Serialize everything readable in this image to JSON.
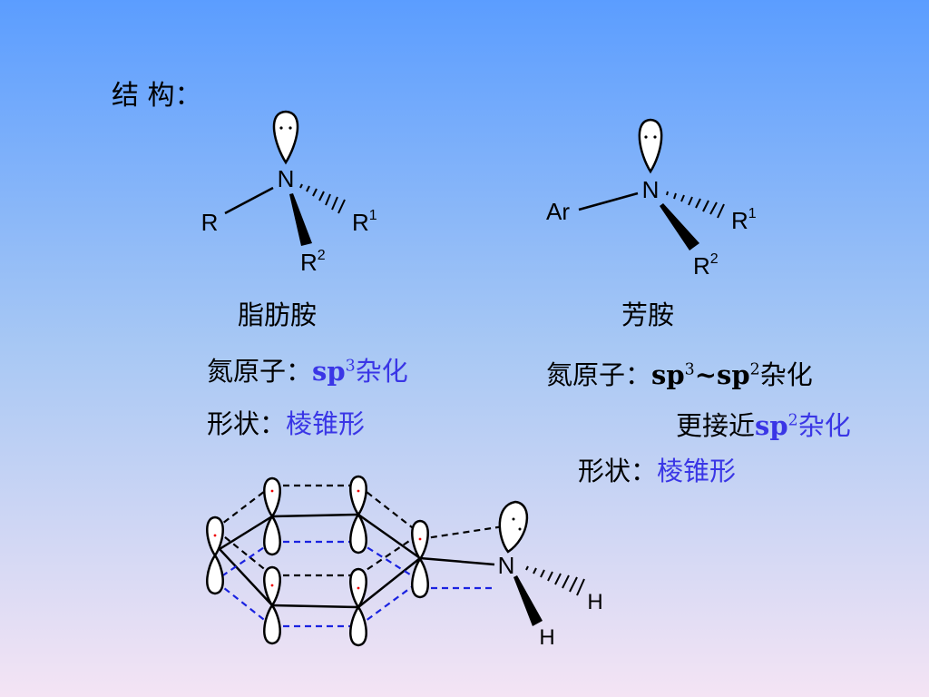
{
  "heading": "结 构：",
  "aliphatic": {
    "name": "脂肪胺",
    "n": "N",
    "r": "R",
    "r1": "R",
    "r1_sup": "1",
    "r2": "R",
    "r2_sup": "2",
    "hybrid_label": "氮原子：",
    "hybrid_sp": "sp",
    "hybrid_sup": "3",
    "hybrid_rest": "杂化",
    "shape_label": "形状：",
    "shape_value": "棱锥形"
  },
  "aromatic": {
    "name": "芳胺",
    "n": "N",
    "ar": "Ar",
    "r1": "R",
    "r1_sup": "1",
    "r2": "R",
    "r2_sup": "2",
    "hybrid_label": "氮原子：",
    "hybrid_sp_a": "sp",
    "hybrid_sup_a": "3",
    "hybrid_tilde": "~",
    "hybrid_sp_b": "sp",
    "hybrid_sup_b": "2",
    "hybrid_rest": "杂化",
    "closer_label": "更接近",
    "closer_sp": "sp",
    "closer_sup": "2",
    "closer_rest": "杂化",
    "shape_label": "形状：",
    "shape_value": "棱锥形"
  },
  "orbital_diagram": {
    "n": "N",
    "h1": "H",
    "h2": "H"
  },
  "colors": {
    "accent_blue": "#3a36e6",
    "dashed_blue": "#1a22e0",
    "background_top": "#5b9dff",
    "background_bottom": "#f4e4f4"
  }
}
